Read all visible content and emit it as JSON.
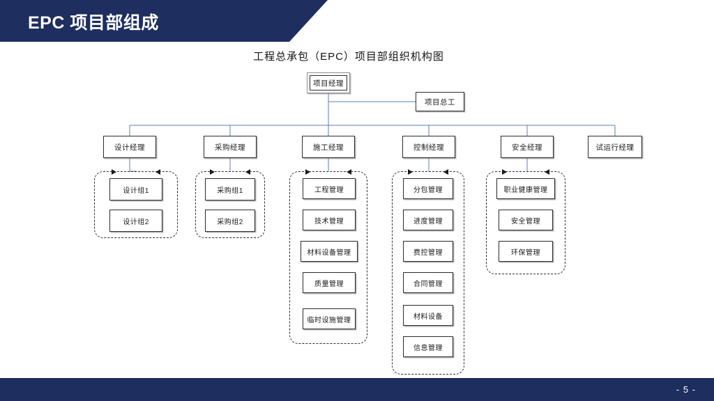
{
  "slide": {
    "title": "EPC 项目部组成",
    "page_number": "- 5 -",
    "accent_color": "#1e2e5e",
    "connector_color": "#5b7fb4",
    "box_border_color": "#2b2b2b"
  },
  "chart_data": {
    "type": "diagram",
    "title": "工程总承包（EPC）项目部组织机构图",
    "root": {
      "label": "项目经理",
      "name": "project-manager"
    },
    "staff": {
      "label": "项目总工",
      "name": "project-chief-engineer"
    },
    "managers": [
      {
        "label": "设计经理",
        "name": "design-manager"
      },
      {
        "label": "采购经理",
        "name": "procurement-manager"
      },
      {
        "label": "施工经理",
        "name": "construction-manager"
      },
      {
        "label": "控制经理",
        "name": "control-manager"
      },
      {
        "label": "安全经理",
        "name": "safety-manager"
      },
      {
        "label": "试运行经理",
        "name": "commissioning-manager"
      }
    ],
    "groups": [
      {
        "parent": "设计经理",
        "name": "design-group",
        "items": [
          {
            "label": "设计组1"
          },
          {
            "label": "设计组2"
          }
        ]
      },
      {
        "parent": "采购经理",
        "name": "procurement-group",
        "items": [
          {
            "label": "采购组1"
          },
          {
            "label": "采购组2"
          }
        ]
      },
      {
        "parent": "施工经理",
        "name": "construction-group",
        "items": [
          {
            "label": "工程管理"
          },
          {
            "label": "技术管理"
          },
          {
            "label": "材料设备管理"
          },
          {
            "label": "质量管理"
          },
          {
            "label": "临时设施管理"
          }
        ]
      },
      {
        "parent": "控制经理",
        "name": "control-group",
        "items": [
          {
            "label": "分包管理"
          },
          {
            "label": "进度管理"
          },
          {
            "label": "费控管理"
          },
          {
            "label": "合同管理"
          },
          {
            "label": "材料设备"
          },
          {
            "label": "信息管理"
          }
        ]
      },
      {
        "parent": "安全经理",
        "name": "safety-group",
        "items": [
          {
            "label": "职业健康管理"
          },
          {
            "label": "安全管理"
          },
          {
            "label": "环保管理"
          }
        ]
      },
      {
        "parent": "试运行经理",
        "name": "commissioning-group",
        "items": []
      }
    ]
  }
}
